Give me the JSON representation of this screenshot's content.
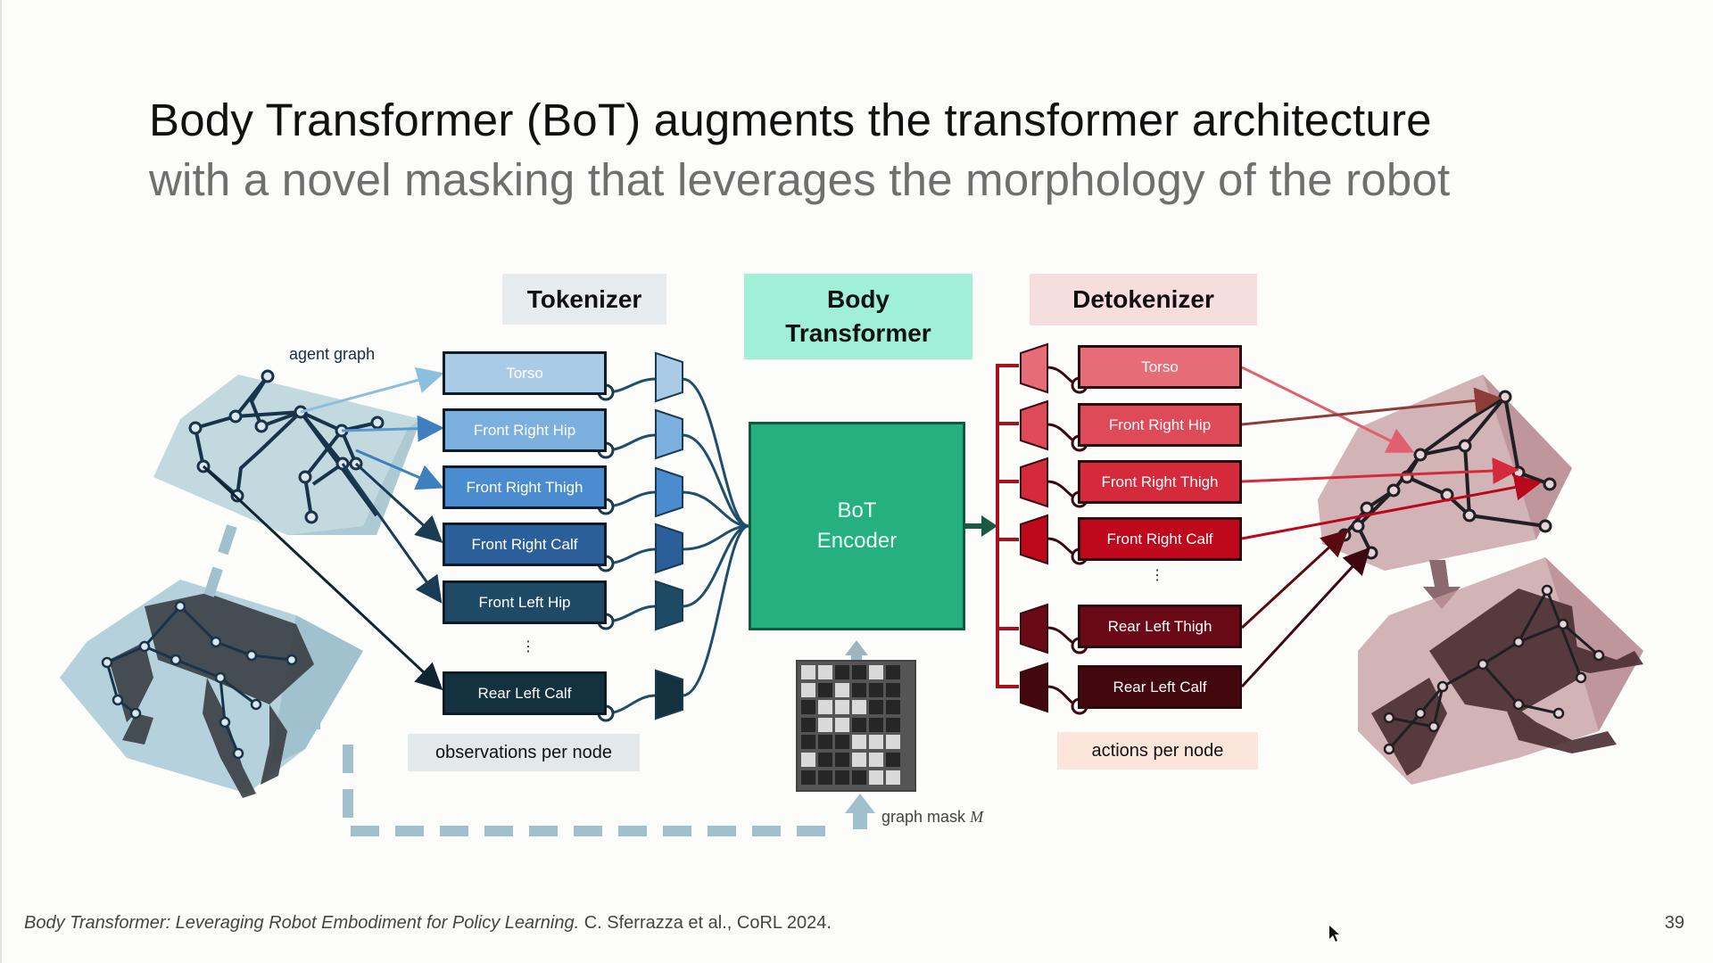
{
  "slide": {
    "title": "Body Transformer (BoT) augments the transformer architecture",
    "subtitle": "with a novel masking that leverages the morphology of the robot",
    "page_number": "39"
  },
  "headers": {
    "tokenizer": "Tokenizer",
    "body_transformer_line1": "Body",
    "body_transformer_line2": "Transformer",
    "detokenizer": "Detokenizer"
  },
  "labels": {
    "agent_graph": "agent graph",
    "observations": "observations per node",
    "actions": "actions per node",
    "graph_mask": "graph mask",
    "graph_mask_symbol": "M",
    "encoder_line1": "BoT",
    "encoder_line2": "Encoder",
    "ellipsis": "⋮"
  },
  "tokenizer_nodes": [
    {
      "label": "Torso",
      "color": "#a9cbe6"
    },
    {
      "label": "Front Right Hip",
      "color": "#7bb0de"
    },
    {
      "label": "Front Right Thigh",
      "color": "#4a8ccf"
    },
    {
      "label": "Front Right Calf",
      "color": "#2a5f9a"
    },
    {
      "label": "Front Left Hip",
      "color": "#1f4a66"
    },
    {
      "label": "Rear Left Calf",
      "color": "#13313f"
    }
  ],
  "detokenizer_nodes": [
    {
      "label": "Torso",
      "color": "#e66c78"
    },
    {
      "label": "Front Right Hip",
      "color": "#df4a58"
    },
    {
      "label": "Front Right Thigh",
      "color": "#d42a3c"
    },
    {
      "label": "Front Right Calf",
      "color": "#c0081c"
    },
    {
      "label": "Rear Left Thigh",
      "color": "#6a0a16"
    },
    {
      "label": "Rear Left Calf",
      "color": "#43070e"
    }
  ],
  "graph_mask_grid": [
    [
      1,
      1,
      0,
      0,
      1,
      0
    ],
    [
      1,
      0,
      1,
      0,
      0,
      0
    ],
    [
      0,
      1,
      1,
      1,
      0,
      0
    ],
    [
      0,
      1,
      1,
      0,
      0,
      0
    ],
    [
      0,
      0,
      0,
      1,
      1,
      1
    ],
    [
      1,
      0,
      0,
      1,
      1,
      0
    ],
    [
      0,
      0,
      0,
      0,
      1,
      1
    ]
  ],
  "footer": {
    "citation_title": "Body Transformer: Leveraging Robot Embodiment for Policy Learning.",
    "citation_rest": " C. Sferrazza et al., CoRL 2024."
  },
  "colors": {
    "tokenizer_bg": "#e6ecee",
    "body_transformer_bg": "#9ff0d6",
    "detokenizer_bg": "#f6dede",
    "encoder": "#26b080",
    "observations_bg": "#e3e8ea",
    "actions_bg": "#fce6dc"
  }
}
